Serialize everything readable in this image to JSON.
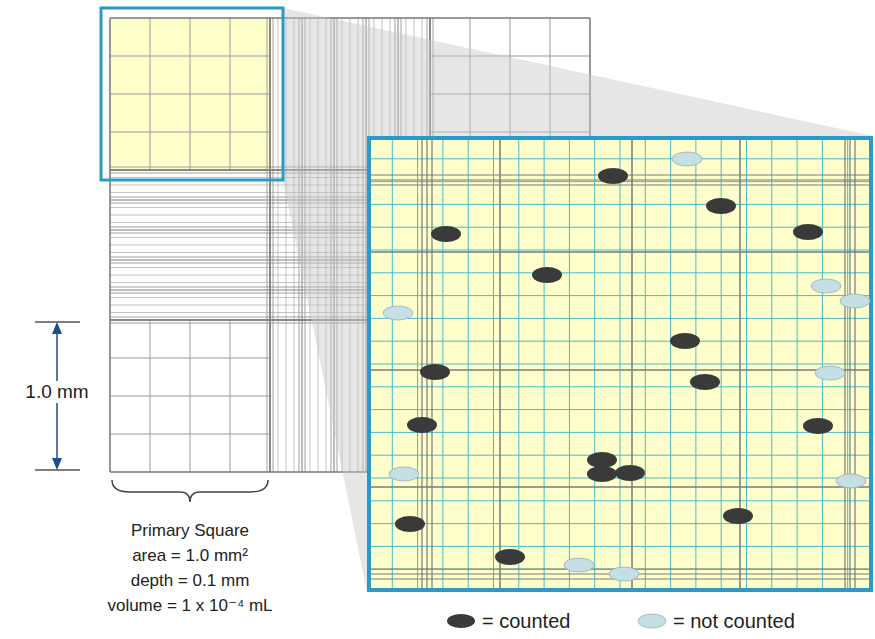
{
  "diagram": {
    "labels": [
      "1.0 mm",
      "Primary Square",
      "area = 1.0 mm²",
      "depth = 0.1 mm",
      "volume = 1 x 10⁻⁴ mL"
    ],
    "legend": [
      {
        "text": "= counted"
      },
      {
        "text": "= not counted"
      }
    ]
  }
}
